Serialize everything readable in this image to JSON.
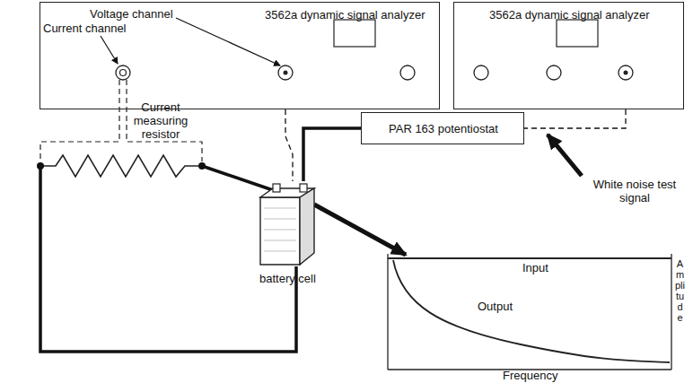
{
  "diagram": {
    "nodes": [
      {
        "text": [
          "3562a dynamic signal analyzer"
        ]
      },
      {
        "text": [
          "3562a dynamic signal analyzer"
        ]
      },
      {
        "text": [
          "PAR 163 potentiostat"
        ]
      },
      {
        "text": [
          "battery cell"
        ]
      }
    ],
    "edges": [
      {
        "from": 1,
        "to": 2,
        "arrow": "none"
      },
      {
        "from": 2,
        "to": 3,
        "arrow": "none"
      },
      {
        "from": 0,
        "to": 3,
        "arrow": "none"
      }
    ],
    "labels": [
      "Voltage channel",
      "Current channel",
      "Current measuring resistor",
      "White noise test signal",
      "Input",
      "Output",
      "Amplitude",
      "Frequency"
    ]
  }
}
